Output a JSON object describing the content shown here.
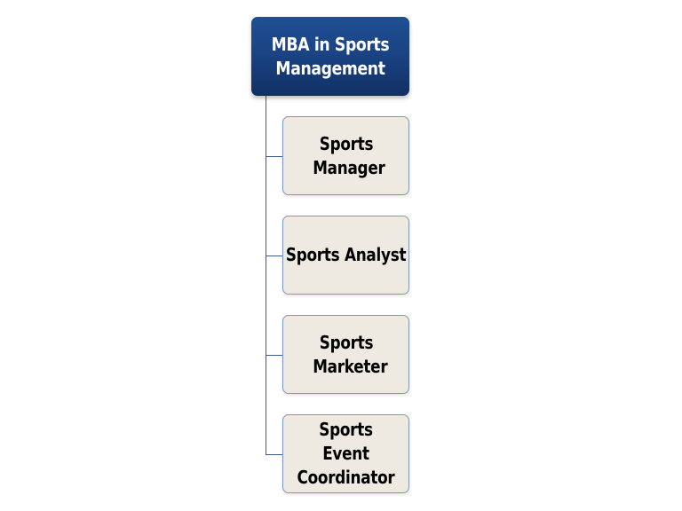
{
  "diagram": {
    "root": {
      "label": "MBA in Sports Management"
    },
    "children": [
      {
        "label": "Sports Manager"
      },
      {
        "label": "Sports Analyst"
      },
      {
        "label": "Sports Marketer"
      },
      {
        "label": "Sports Event Coordinator"
      }
    ],
    "colors": {
      "root_fill": "#1a4484",
      "root_text": "#ffffff",
      "child_fill": "#eeeae2",
      "child_border": "#7e97bf",
      "connector": "#3d5c8c",
      "child_text": "#000000"
    }
  }
}
